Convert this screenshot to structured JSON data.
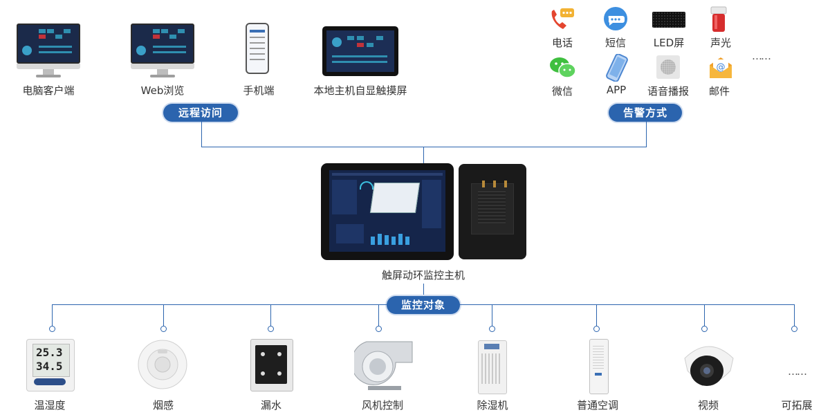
{
  "remote_access": {
    "title": "远程访问",
    "items": [
      {
        "label": "电脑客户端",
        "icon": "desktop-monitor-icon"
      },
      {
        "label": "Web浏览",
        "icon": "desktop-monitor-icon"
      },
      {
        "label": "手机端",
        "icon": "smartphone-icon"
      },
      {
        "label": "本地主机自显触摸屏",
        "icon": "touchscreen-icon"
      }
    ]
  },
  "alarm_methods": {
    "title": "告警方式",
    "items": [
      {
        "label": "电话",
        "icon": "phone-call-icon"
      },
      {
        "label": "短信",
        "icon": "sms-bubble-icon"
      },
      {
        "label": "LED屏",
        "icon": "led-screen-icon"
      },
      {
        "label": "声光",
        "icon": "siren-light-icon"
      },
      {
        "label": "微信",
        "icon": "wechat-icon"
      },
      {
        "label": "APP",
        "icon": "app-phone-icon"
      },
      {
        "label": "语音播报",
        "icon": "speaker-icon"
      },
      {
        "label": "邮件",
        "icon": "mail-icon"
      }
    ],
    "more": "……"
  },
  "host": {
    "label": "触屏动环监控主机",
    "icon": "touchscreen-host-icon"
  },
  "monitored_objects": {
    "title": "监控对象",
    "items": [
      {
        "label": "温湿度",
        "icon": "thermo-hygrometer-icon",
        "reading_temp": "25.3",
        "reading_hum": "34.5"
      },
      {
        "label": "烟感",
        "icon": "smoke-detector-icon"
      },
      {
        "label": "漏水",
        "icon": "water-leak-sensor-icon"
      },
      {
        "label": "风机控制",
        "icon": "fan-blower-icon"
      },
      {
        "label": "除湿机",
        "icon": "dehumidifier-icon"
      },
      {
        "label": "普通空调",
        "icon": "air-conditioner-icon"
      },
      {
        "label": "视频",
        "icon": "camera-icon"
      },
      {
        "label": "可拓展",
        "icon": "more-dots-icon"
      }
    ],
    "more": "……"
  },
  "colors": {
    "accent": "#2b64ae",
    "line": "#2b64ae",
    "text": "#333333"
  }
}
